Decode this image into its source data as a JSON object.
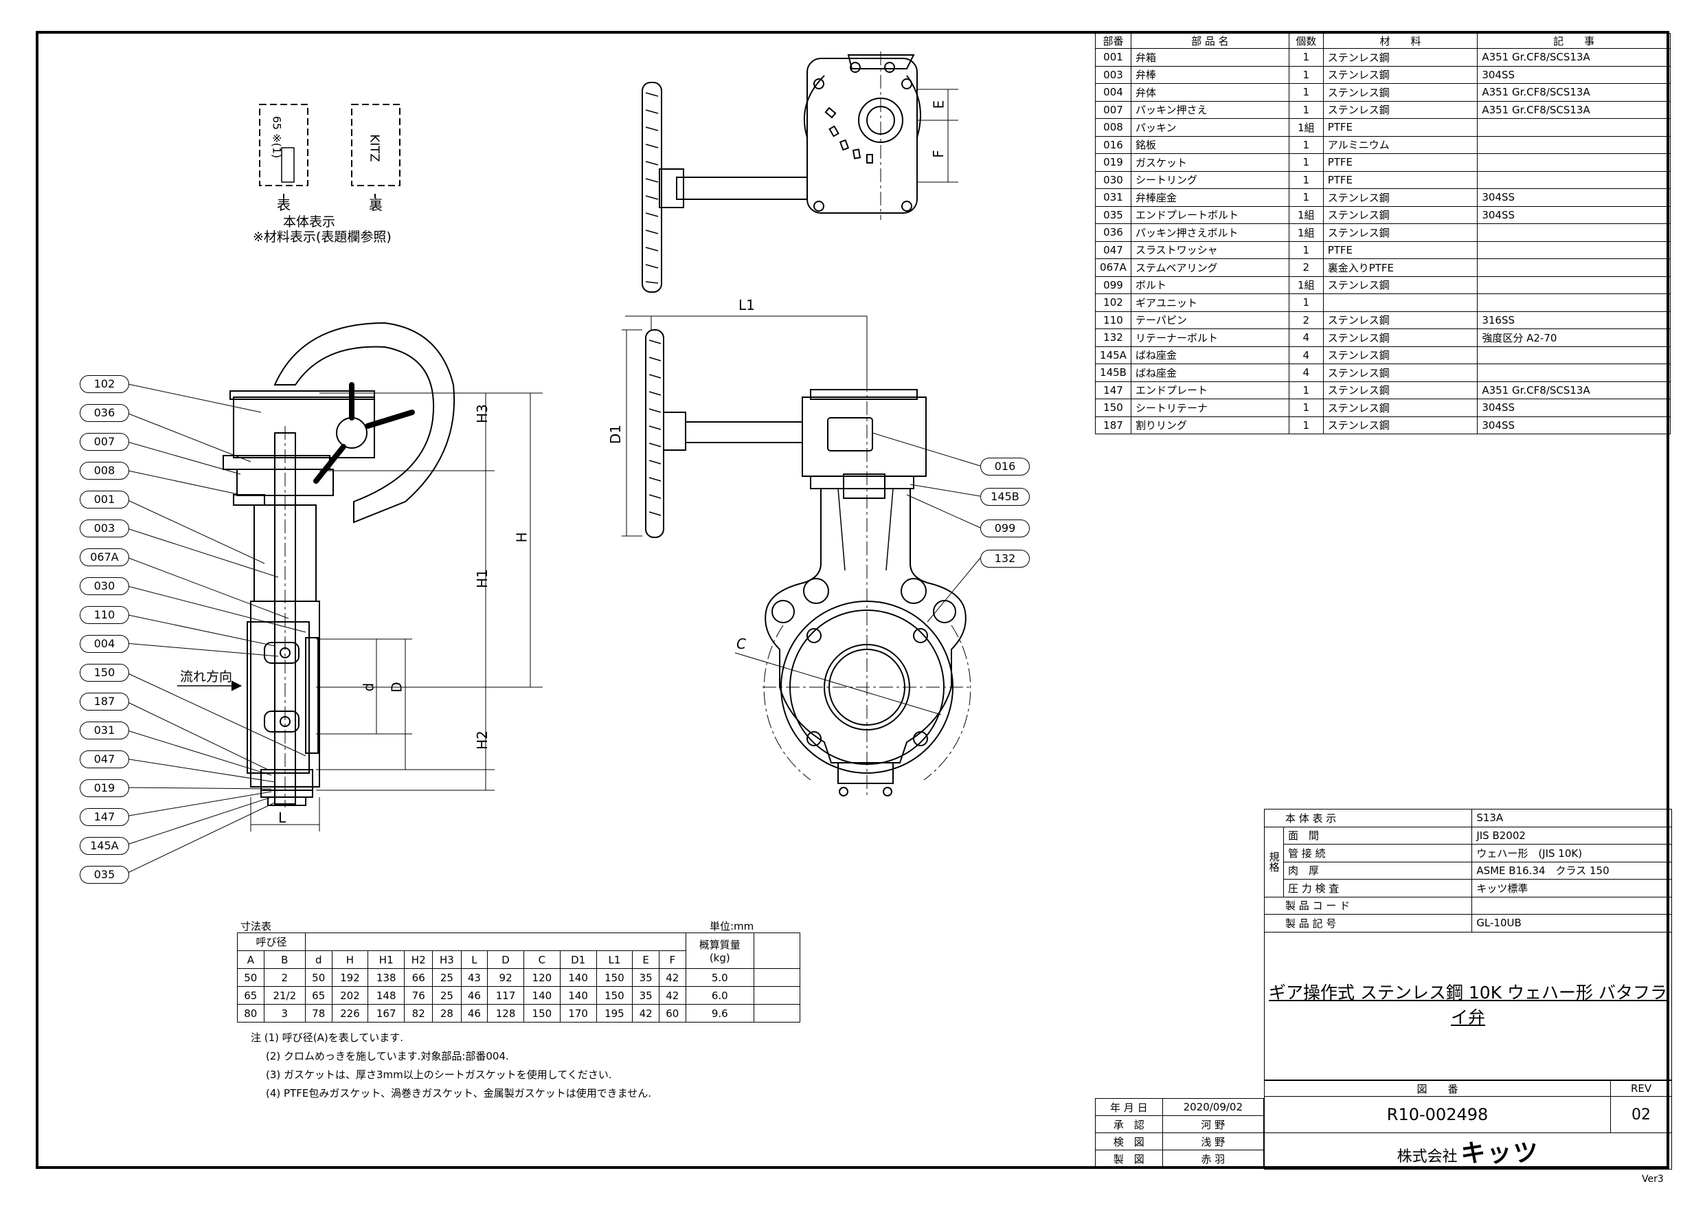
{
  "parts_table": {
    "headers": [
      "部番",
      "部 品 名",
      "個数",
      "材　　料",
      "記　　事"
    ],
    "rows": [
      [
        "001",
        "弁箱",
        "1",
        "ステンレス鋼",
        "A351 Gr.CF8/SCS13A"
      ],
      [
        "003",
        "弁棒",
        "1",
        "ステンレス鋼",
        "304SS"
      ],
      [
        "004",
        "弁体",
        "1",
        "ステンレス鋼",
        "A351 Gr.CF8/SCS13A"
      ],
      [
        "007",
        "パッキン押さえ",
        "1",
        "ステンレス鋼",
        "A351 Gr.CF8/SCS13A"
      ],
      [
        "008",
        "パッキン",
        "1組",
        "PTFE",
        ""
      ],
      [
        "016",
        "銘板",
        "1",
        "アルミニウム",
        ""
      ],
      [
        "019",
        "ガスケット",
        "1",
        "PTFE",
        ""
      ],
      [
        "030",
        "シートリング",
        "1",
        "PTFE",
        ""
      ],
      [
        "031",
        "弁棒座金",
        "1",
        "ステンレス鋼",
        "304SS"
      ],
      [
        "035",
        "エンドプレートボルト",
        "1組",
        "ステンレス鋼",
        "304SS"
      ],
      [
        "036",
        "パッキン押さえボルト",
        "1組",
        "ステンレス鋼",
        ""
      ],
      [
        "047",
        "スラストワッシャ",
        "1",
        "PTFE",
        ""
      ],
      [
        "067A",
        "ステムベアリング",
        "2",
        "裏金入りPTFE",
        ""
      ],
      [
        "099",
        "ボルト",
        "1組",
        "ステンレス鋼",
        ""
      ],
      [
        "102",
        "ギアユニット",
        "1",
        "",
        ""
      ],
      [
        "110",
        "テーパピン",
        "2",
        "ステンレス鋼",
        "316SS"
      ],
      [
        "132",
        "リテーナーボルト",
        "4",
        "ステンレス鋼",
        "強度区分 A2-70"
      ],
      [
        "145A",
        "ばね座金",
        "4",
        "ステンレス鋼",
        ""
      ],
      [
        "145B",
        "ばね座金",
        "4",
        "ステンレス鋼",
        ""
      ],
      [
        "147",
        "エンドプレート",
        "1",
        "ステンレス鋼",
        "A351 Gr.CF8/SCS13A"
      ],
      [
        "150",
        "シートリテーナ",
        "1",
        "ステンレス鋼",
        "304SS"
      ],
      [
        "187",
        "割りリング",
        "1",
        "ステンレス鋼",
        "304SS"
      ]
    ]
  },
  "body_marking": {
    "front_label": "表",
    "back_label": "裏",
    "front_text": "65 ※(1)",
    "back_text": "KITZ",
    "caption1": "本体表示",
    "caption2": "※材料表示(表題欄参照)"
  },
  "left_callouts": [
    "102",
    "036",
    "007",
    "008",
    "001",
    "003",
    "067A",
    "030",
    "110",
    "004",
    "150",
    "187",
    "031",
    "047",
    "019",
    "147",
    "145A",
    "035"
  ],
  "right_callouts": [
    "016",
    "145B",
    "099",
    "132"
  ],
  "flow_label": "流れ方向",
  "dim_labels": {
    "H3": "H3",
    "H": "H",
    "H1": "H1",
    "H2": "H2",
    "d": "d",
    "D": "D",
    "L": "L",
    "L1": "L1",
    "D1": "D1",
    "C": "C",
    "E": "E",
    "F": "F"
  },
  "dimension_table": {
    "title": "寸法表",
    "unit": "単位:mm",
    "group_header": "呼び径",
    "weight_header": "概算質量",
    "weight_unit": "(kg)",
    "columns": [
      "A",
      "B",
      "d",
      "H",
      "H1",
      "H2",
      "H3",
      "L",
      "D",
      "C",
      "D1",
      "L1",
      "E",
      "F"
    ],
    "rows": [
      [
        "50",
        "2",
        "50",
        "192",
        "138",
        "66",
        "25",
        "43",
        "92",
        "120",
        "140",
        "150",
        "35",
        "42",
        "5.0"
      ],
      [
        "65",
        "21/2",
        "65",
        "202",
        "148",
        "76",
        "25",
        "46",
        "117",
        "140",
        "140",
        "150",
        "35",
        "42",
        "6.0"
      ],
      [
        "80",
        "3",
        "78",
        "226",
        "167",
        "82",
        "28",
        "46",
        "128",
        "150",
        "170",
        "195",
        "42",
        "60",
        "9.6"
      ]
    ]
  },
  "notes": [
    "注 (1) 呼び径(A)を表しています.",
    "(2) クロムめっきを施しています.対象部品:部番004.",
    "(3) ガスケットは、厚さ3mm以上のシートガスケットを使用してください.",
    "(4) PTFE包みガスケット、渦巻きガスケット、金属製ガスケットは使用できません."
  ],
  "spec_table": {
    "rows": [
      [
        "本 体 表 示",
        "S13A"
      ],
      [
        "面　間",
        "JIS B2002"
      ],
      [
        "管 接 続",
        "ウェハー形　(JIS 10K)"
      ],
      [
        "肉　厚",
        "ASME B16.34　クラス 150"
      ],
      [
        "圧 力 検 査",
        "キッツ標準"
      ],
      [
        "製 品 コ ー ド",
        ""
      ],
      [
        "製 品 記 号",
        "GL-10UB"
      ]
    ],
    "group_label": "規格"
  },
  "title": "ギア操作式 ステンレス鋼 10K ウェハー形 バタフライ弁",
  "drawing_number_label": "図　　番",
  "drawing_number": "R10-002498",
  "rev_label": "REV",
  "rev": "02",
  "company": "株式会社",
  "company_logo": "キッツ",
  "signoff": [
    [
      "年 月 日",
      "2020/09/02"
    ],
    [
      "承　認",
      "河 野"
    ],
    [
      "検　図",
      "浅 野"
    ],
    [
      "製　図",
      "赤 羽"
    ]
  ],
  "version": "Ver3"
}
